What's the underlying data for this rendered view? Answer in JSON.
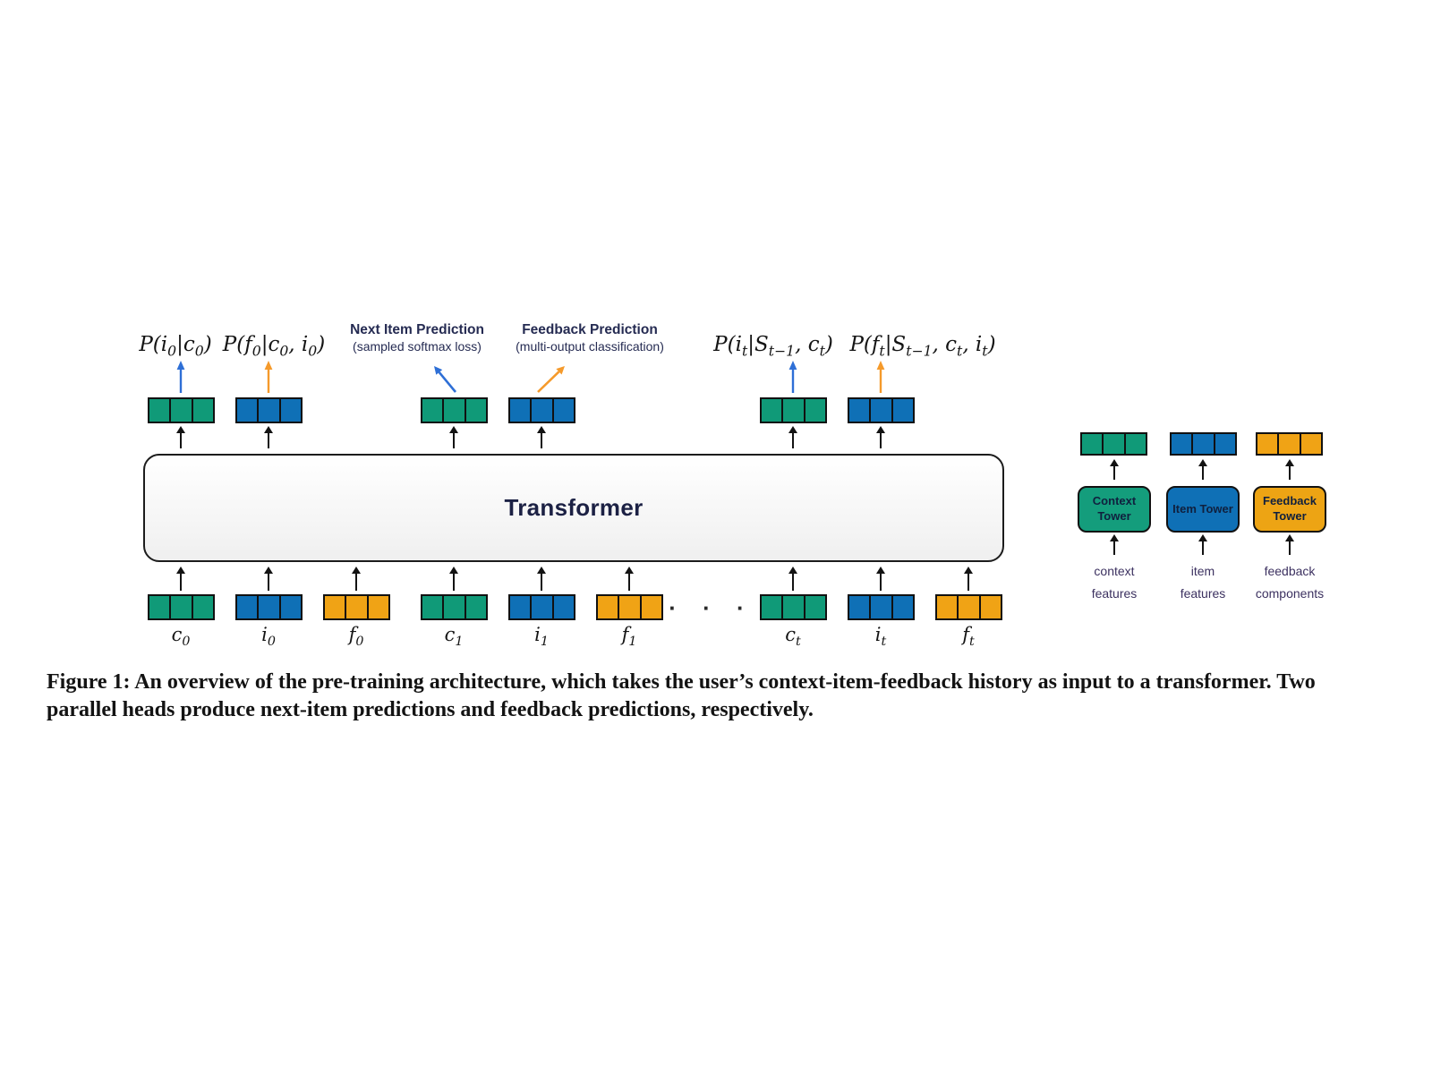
{
  "figure": {
    "heads": {
      "p_i0": "P(i_0|c_0)",
      "p_f0": "P(f_0|c_0, i_0)",
      "next_item_title": "Next Item Prediction",
      "next_item_subtitle": "(sampled softmax loss)",
      "feedback_title": "Feedback Prediction",
      "feedback_subtitle": "(multi-output classification)",
      "p_it": "P(i_t|S_{t−1}, c_t)",
      "p_ft": "P(f_t|S_{t−1}, c_t, i_t)"
    },
    "transformer_label": "Transformer",
    "input_ellipsis": "· · ·",
    "input_tokens": [
      {
        "label": "c_0",
        "color": "green"
      },
      {
        "label": "i_0",
        "color": "blue"
      },
      {
        "label": "f_0",
        "color": "orange"
      },
      {
        "label": "c_1",
        "color": "green"
      },
      {
        "label": "i_1",
        "color": "blue"
      },
      {
        "label": "f_1",
        "color": "orange"
      },
      {
        "label": "c_t",
        "color": "green"
      },
      {
        "label": "i_t",
        "color": "blue"
      },
      {
        "label": "f_t",
        "color": "orange"
      }
    ],
    "output_token_colors": [
      "green",
      "blue",
      "green",
      "blue",
      "green",
      "blue"
    ],
    "towers": [
      {
        "label": "Context Tower",
        "cap1": "context",
        "cap2": "features",
        "color": "green"
      },
      {
        "label": "Item Tower",
        "cap1": "item",
        "cap2": "features",
        "color": "blue"
      },
      {
        "label": "Feedback Tower",
        "cap1": "feedback",
        "cap2": "components",
        "color": "orange"
      }
    ],
    "colors": {
      "token_green": "#109a78",
      "token_blue": "#0f70b6",
      "token_orange": "#f0a315",
      "arrow_blue": "#2e6fd6",
      "arrow_orange": "#f59a2b",
      "head_text": "#252b52",
      "tower_caption_text": "#3c3160",
      "black": "#131313"
    }
  },
  "caption": "Figure 1: An overview of the pre-training architecture, which takes the user’s context-item-feedback history as input to a transformer. Two parallel heads produce next-item predictions and feedback predictions, respectively."
}
